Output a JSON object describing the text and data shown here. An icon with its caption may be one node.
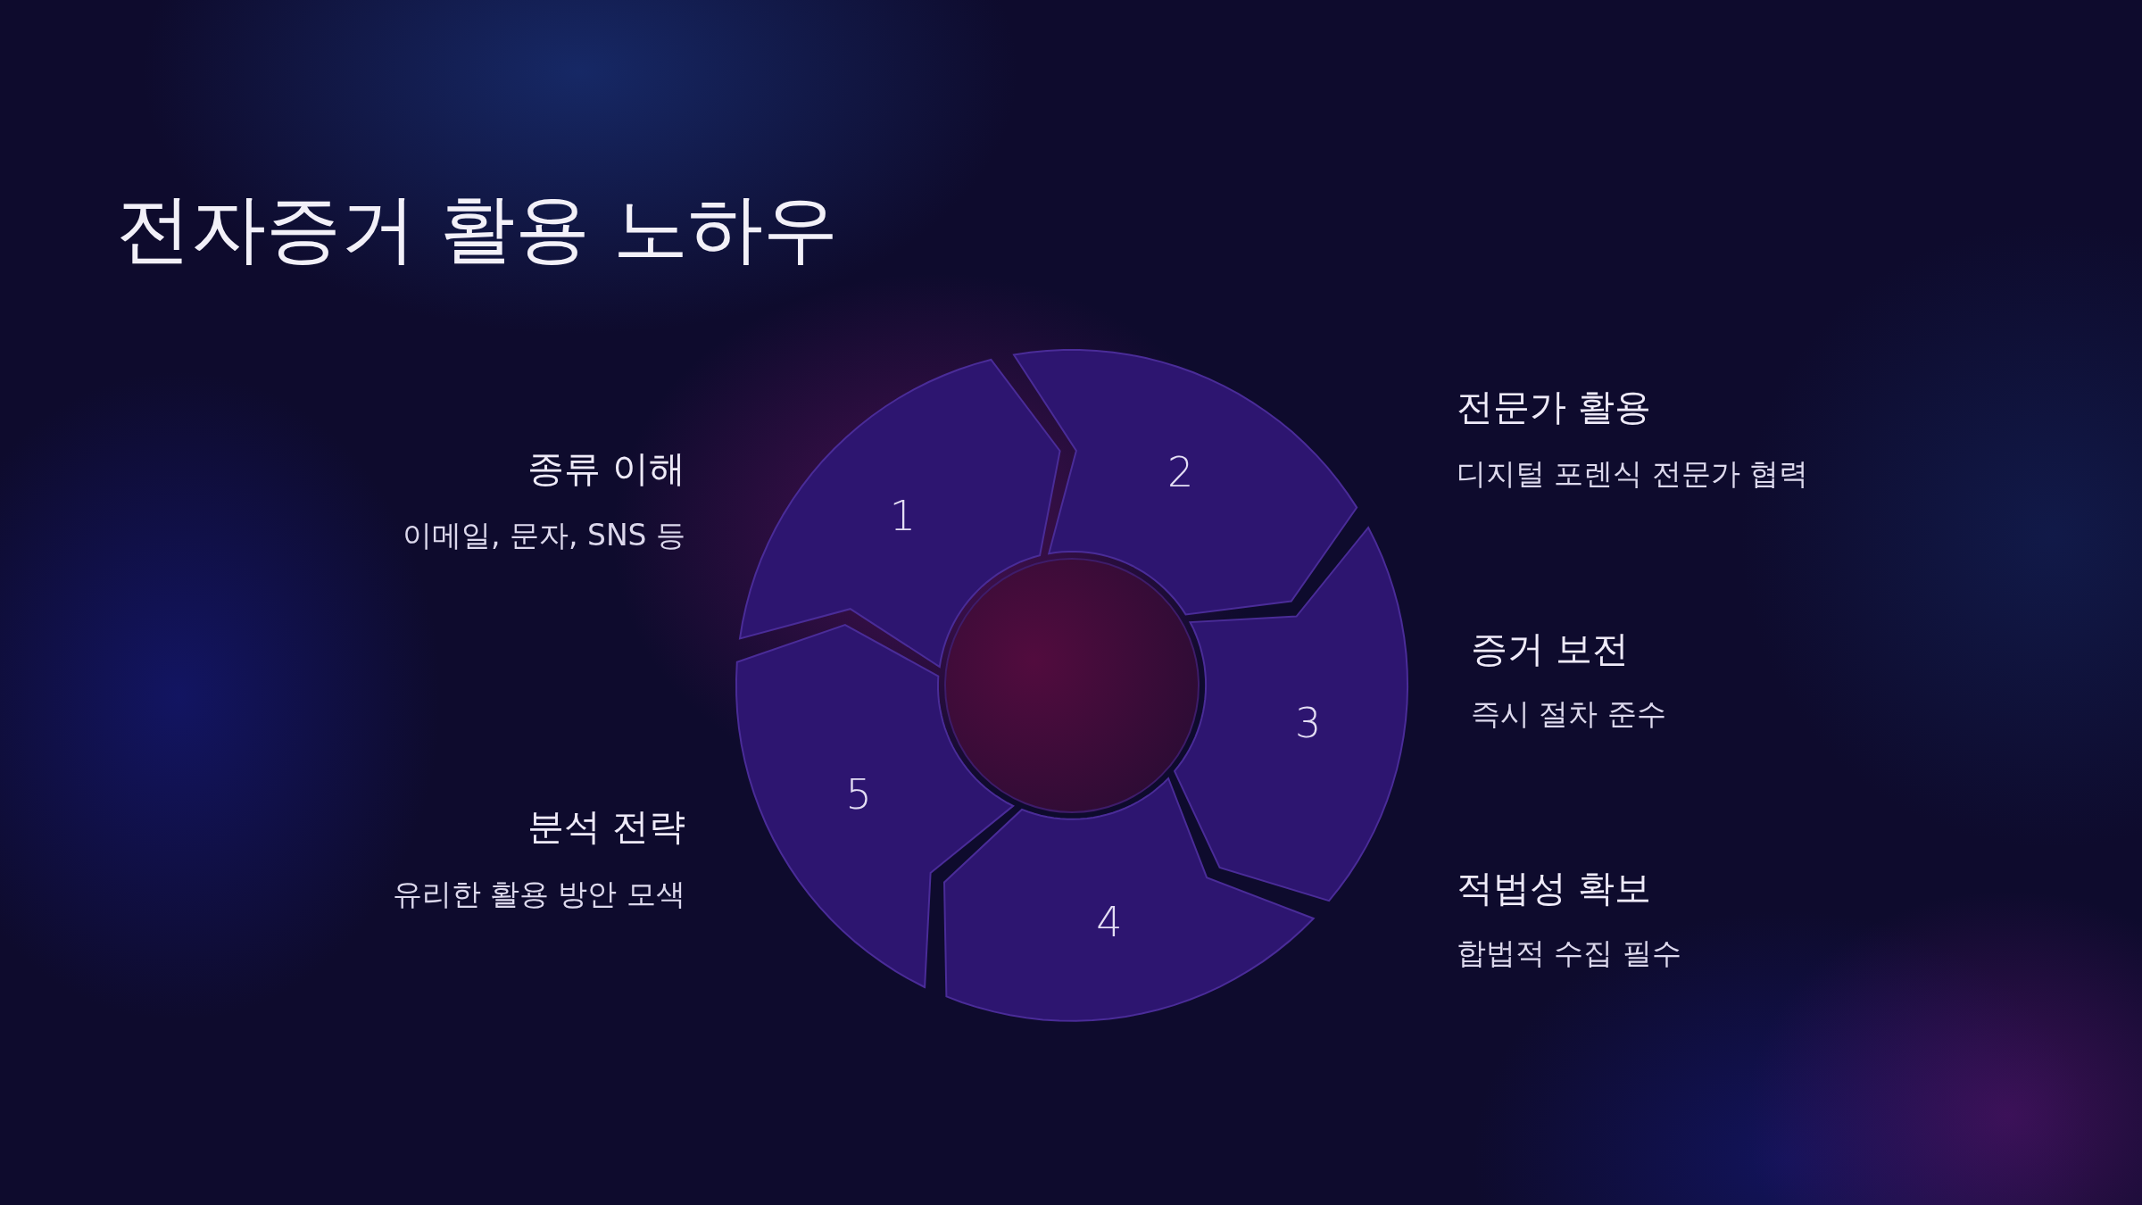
{
  "diagram": {
    "title": "전자증거 활용 노하우",
    "nodes": [
      {
        "text": [
          "1"
        ],
        "beside": [
          "종류 이해",
          "이메일, 문자, SNS 등"
        ]
      },
      {
        "text": [
          "2"
        ],
        "beside": [
          "전문가 활용",
          "디지털 포렌식 전문가 협력"
        ]
      },
      {
        "text": [
          "3"
        ],
        "beside": [
          "증거 보전",
          "즉시 절차 준수"
        ]
      },
      {
        "text": [
          "4"
        ],
        "beside": [
          "적법성 확보",
          "합법적 수집 필수"
        ]
      },
      {
        "text": [
          "5"
        ],
        "beside": [
          "분석 전략",
          "유리한 활용 방안 모색"
        ]
      },
      {
        "text": [],
        "shape": "circle"
      }
    ]
  }
}
